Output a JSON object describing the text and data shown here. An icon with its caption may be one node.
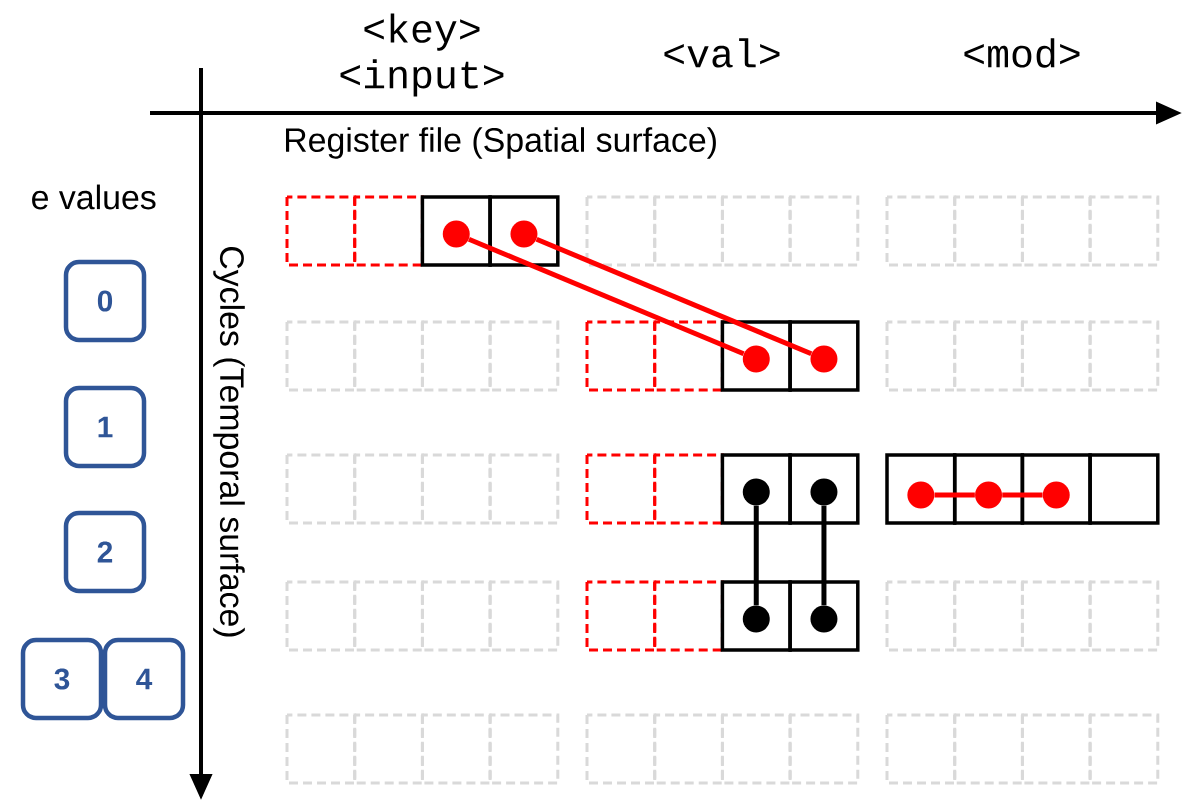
{
  "diagram": {
    "nodes": [
      {
        "text": [
          "0"
        ]
      },
      {
        "text": [
          "1"
        ]
      },
      {
        "text": [
          "2"
        ]
      },
      {
        "text": [
          "3"
        ]
      },
      {
        "text": [
          "4"
        ]
      },
      {
        "text": [],
        "shape": "circle"
      },
      {
        "text": [],
        "shape": "circle"
      },
      {
        "text": [],
        "shape": "circle"
      },
      {
        "text": [],
        "shape": "circle"
      },
      {
        "text": [],
        "shape": "circle"
      },
      {
        "text": [],
        "shape": "circle"
      },
      {
        "text": [],
        "shape": "circle"
      },
      {
        "text": [],
        "shape": "circle"
      },
      {
        "text": [],
        "shape": "circle"
      },
      {
        "text": [],
        "shape": "circle"
      },
      {
        "text": [],
        "shape": "circle"
      }
    ],
    "edges": [
      {
        "from": 5,
        "to": 7,
        "arrow": "none"
      },
      {
        "from": 6,
        "to": 8,
        "arrow": "none"
      },
      {
        "from": 9,
        "to": 14,
        "arrow": "none",
        "color": "#000000"
      },
      {
        "from": 10,
        "to": 15,
        "arrow": "none",
        "color": "#000000"
      },
      {
        "from": 11,
        "to": 12,
        "arrow": "none"
      },
      {
        "from": 12,
        "to": 13,
        "arrow": "none"
      }
    ],
    "labels": [
      "<key> <input>",
      "<val>",
      "<mod>",
      "Register file (Spatial surface)",
      "e values",
      "Cycles (Temporal surface)"
    ]
  }
}
